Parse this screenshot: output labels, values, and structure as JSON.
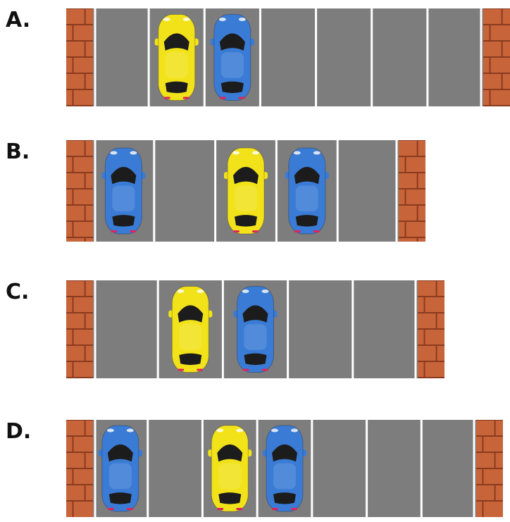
{
  "options": [
    {
      "label": "A.",
      "spaces": [
        "empty",
        "yellow",
        "blue",
        "empty",
        "empty",
        "empty",
        "empty"
      ]
    },
    {
      "label": "B.",
      "spaces": [
        "blue",
        "empty",
        "yellow",
        "blue",
        "empty"
      ]
    },
    {
      "label": "C.",
      "spaces": [
        "empty",
        "yellow",
        "blue",
        "empty",
        "empty"
      ]
    },
    {
      "label": "D.",
      "spaces": [
        "blue",
        "empty",
        "yellow",
        "blue",
        "empty",
        "empty",
        "empty"
      ]
    }
  ],
  "colors": {
    "brick": "#c8643a",
    "mortar": "#8a3b1e",
    "asphalt": "#7d7d7d",
    "line": "#ffffff",
    "yellow_car": "#f2e21a",
    "blue_car": "#3a7bd5",
    "glass": "#1c1c1c"
  }
}
